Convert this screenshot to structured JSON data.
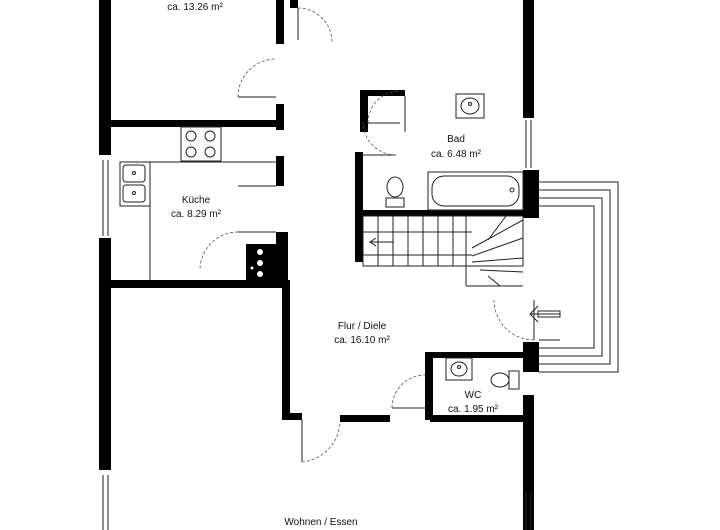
{
  "rooms": {
    "top_room": {
      "area": "ca. 13.26 m²"
    },
    "kueche": {
      "name": "Küche",
      "area": "ca. 8.29 m²"
    },
    "bad": {
      "name": "Bad",
      "area": "ca. 6.48 m²"
    },
    "flur": {
      "name": "Flur / Diele",
      "area": "ca. 16.10 m²"
    },
    "wc": {
      "name": "WC",
      "area": "ca. 1.95 m²"
    },
    "wohnen": {
      "name": "Wohnen / Essen"
    }
  },
  "icons": [
    "entrance-arrow-icon",
    "stove-icon",
    "cooktop-icon",
    "sink-icon",
    "toilet-icon",
    "washbasin-icon",
    "bathtub-icon",
    "staircase-icon"
  ],
  "colors": {
    "wall": "#000000",
    "line": "#222222",
    "background": "#ffffff"
  }
}
